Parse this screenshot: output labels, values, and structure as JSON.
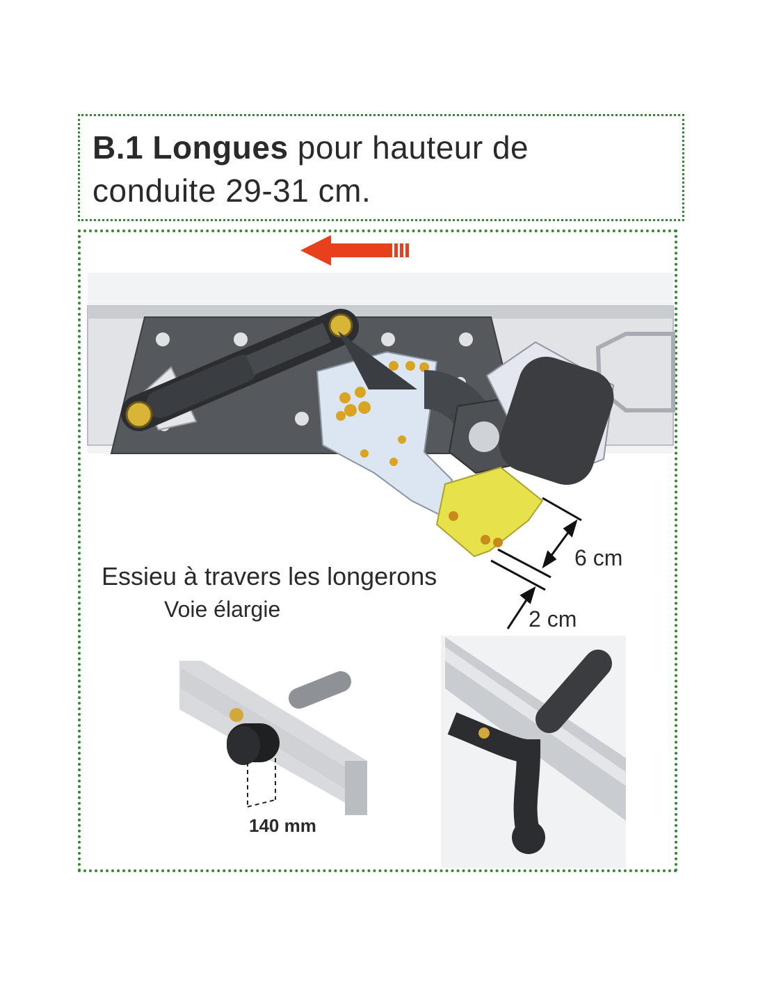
{
  "title": {
    "bold": "B.1 Longues",
    "line1_rest": " pour hauteur de",
    "line2": "conduite 29-31 cm."
  },
  "labels": {
    "main": "Essieu à travers les longerons",
    "sub": "Voie élargie",
    "dim_6cm": "6 cm",
    "dim_2cm": "2 cm",
    "dim_140mm": "140 mm"
  },
  "colors": {
    "frame_border": "#2e8b2e",
    "arrow": "#e8401c",
    "bracket_yellow": "#e8e24a",
    "plate_dark": "#55585c"
  },
  "icons": {
    "direction": "arrow-left-icon"
  }
}
